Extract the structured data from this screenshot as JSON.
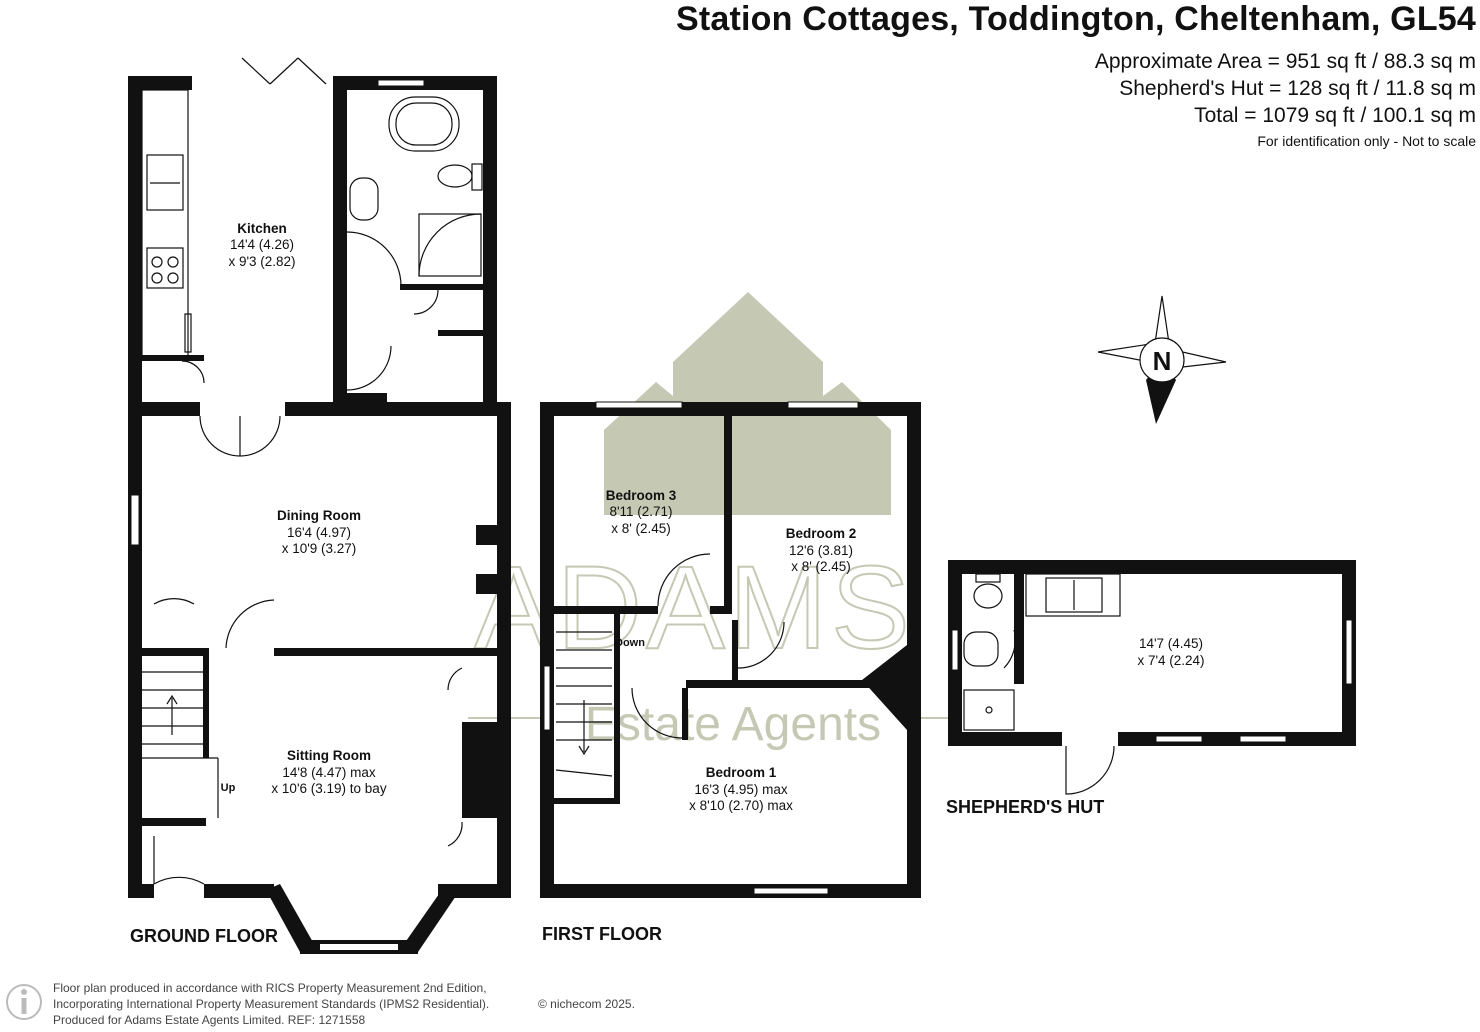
{
  "header": {
    "title": "Station Cottages, Toddington, Cheltenham, GL54",
    "area_approx": "Approximate Area = 951 sq ft / 88.3 sq m",
    "area_hut": "Shepherd's Hut = 128 sq ft / 11.8 sq m",
    "area_total": "Total = 1079 sq ft / 100.1 sq m",
    "disclaimer": "For identification only - Not to scale"
  },
  "watermark": {
    "brand": "ADAMS",
    "tagline": "Estate Agents",
    "color": "#c5c9b4"
  },
  "floors": {
    "ground": "GROUND FLOOR",
    "first": "FIRST FLOOR",
    "hut": "SHEPHERD'S HUT"
  },
  "rooms": {
    "kitchen": {
      "name": "Kitchen",
      "dim1": "14'4 (4.26)",
      "dim2": "x 9'3 (2.82)"
    },
    "dining": {
      "name": "Dining Room",
      "dim1": "16'4 (4.97)",
      "dim2": "x 10'9 (3.27)"
    },
    "sitting": {
      "name": "Sitting Room",
      "dim1": "14'8 (4.47) max",
      "dim2": "x 10'6 (3.19) to bay"
    },
    "bedroom3": {
      "name": "Bedroom 3",
      "dim1": "8'11 (2.71)",
      "dim2": "x 8' (2.45)"
    },
    "bedroom2": {
      "name": "Bedroom 2",
      "dim1": "12'6 (3.81)",
      "dim2": "x 8' (2.45)"
    },
    "bedroom1": {
      "name": "Bedroom 1",
      "dim1": "16'3 (4.95) max",
      "dim2": "x 8'10 (2.70) max"
    },
    "hut": {
      "dim1": "14'7 (4.45)",
      "dim2": "x 7'4 (2.24)"
    }
  },
  "stairs": {
    "up": "Up",
    "down": "Down"
  },
  "compass": {
    "label": "N",
    "icon": "compass-north-icon"
  },
  "footer": {
    "line1": "Floor plan produced in accordance with RICS Property Measurement 2nd Edition,",
    "line2": "Incorporating International Property Measurement Standards (IPMS2 Residential).",
    "line3": "Produced for Adams Estate Agents Limited.   REF:  1271558",
    "copyright": "© nichecom 2025."
  },
  "colors": {
    "wall": "#111111",
    "watermark": "#c5c9b4",
    "text": "#111111"
  }
}
